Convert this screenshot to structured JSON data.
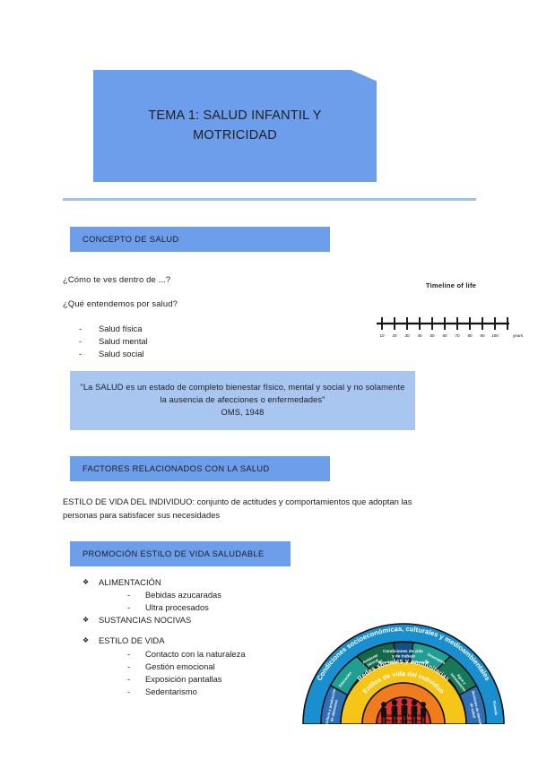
{
  "document": {
    "title_banner": "TEMA 1: SALUD INFANTIL Y MOTRICIDAD"
  },
  "colors": {
    "header_blue": "#6d9eeb",
    "quote_blue": "#a8c6f0",
    "divider_blue": "#9fc0f0"
  },
  "sections": {
    "concepto": {
      "header": "CONCEPTO DE SALUD",
      "question_1": "¿Cómo te ves dentro de ...?",
      "question_2": "¿Qué entendemos por salud?",
      "items": [
        "Salud física",
        "Salud mental",
        "Salud social"
      ],
      "quote": "\"La SALUD es un estado de completo bienestar físico, mental y social y no solamente la ausencia de afecciones o enfermedades\"",
      "quote_source": "OMS, 1948"
    },
    "factores": {
      "header": "FACTORES RELACIONADOS CON LA SALUD",
      "statement": "ESTILO DE VIDA DEL INDIVIDUO: conjunto de actitudes y comportamientos que adoptan las personas para satisfacer sus necesidades"
    },
    "promocion": {
      "header": "PROMOCIÓN ESTILO DE VIDA SALUDABLE",
      "bullets": [
        {
          "label": "ALIMENTACIÓN",
          "sub": [
            "Bebidas azucaradas",
            "Ultra procesados"
          ]
        },
        {
          "label": "SUSTANCIAS NOCIVAS",
          "sub": []
        },
        {
          "label": "ESTILO DE VIDA",
          "sub": [
            "Contacto con la naturaleza",
            "Gestión emocional",
            "Exposición pantallas",
            "Sedentarismo"
          ]
        }
      ]
    }
  },
  "timeline": {
    "title": "Timeline of life",
    "ticks": [
      "10",
      "20",
      "30",
      "40",
      "50",
      "60",
      "70",
      "80",
      "90",
      "100"
    ],
    "unit_label": "years"
  },
  "rainbow_diagram": {
    "outer_arc": "Condiciones socioeconómicas, culturales y medioambientales",
    "middle_arc": "Redes sociales y comunitarias",
    "inner_arc": "Estilos de vida del individuo",
    "core": "Edad, sexo y factores físicos y genéticos",
    "living_conditions": "Condiciones de vida y de trabajo",
    "segments": [
      "Agricultura y producción de alimentos",
      "Educación",
      "Ambiente laboral",
      "Desempleo",
      "Agua y saneamiento",
      "Servicios de atención de salud",
      "Vivienda"
    ]
  }
}
